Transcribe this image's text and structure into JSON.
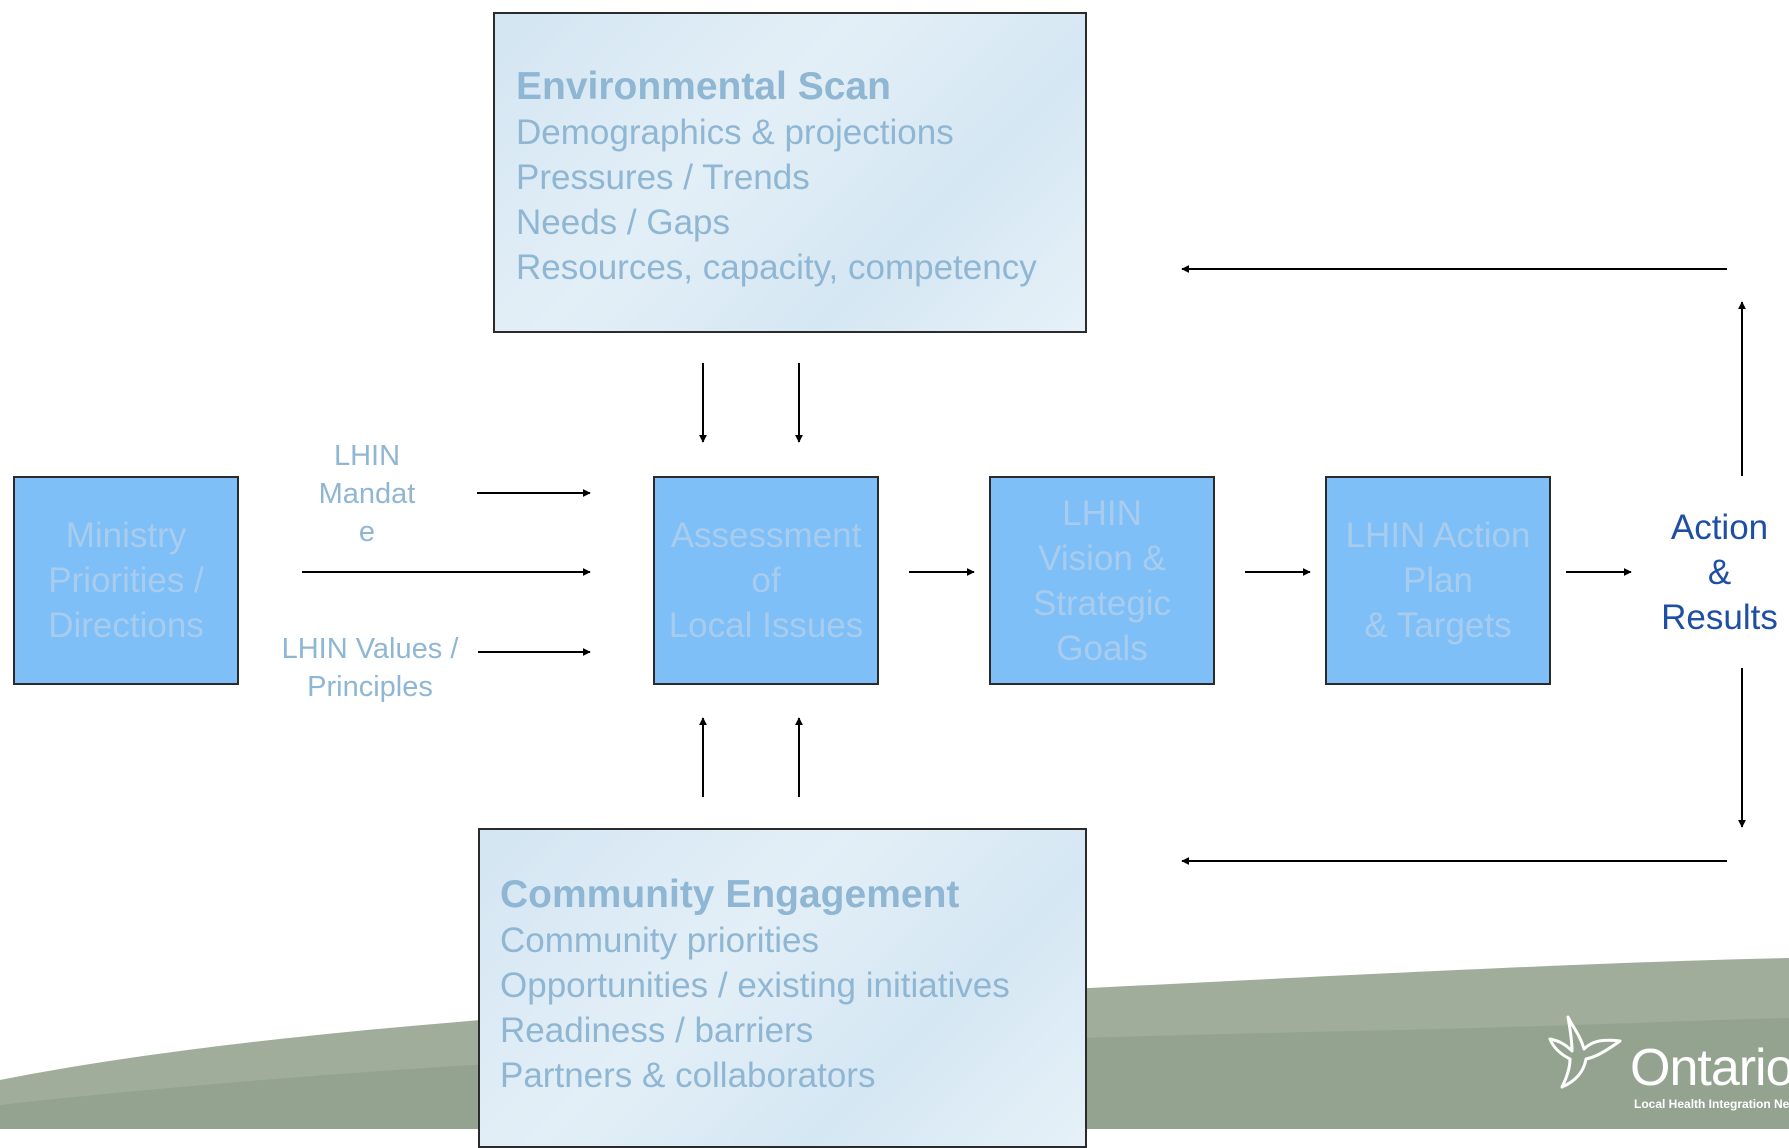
{
  "environmental_scan": {
    "title": "Environmental Scan",
    "items": [
      "Demographics & projections",
      "Pressures / Trends",
      "Needs / Gaps",
      "Resources, capacity, competency"
    ]
  },
  "community_engagement": {
    "title": "Community Engagement",
    "items": [
      "Community priorities",
      "Opportunities / existing initiatives",
      "Readiness / barriers",
      "Partners & collaborators"
    ]
  },
  "process": {
    "ministry": "Ministry\nPriorities /\nDirections",
    "assessment": "Assessment\nof\nLocal Issues",
    "vision": "LHIN\nVision &\nStrategic\nGoals",
    "action_plan": "LHIN Action\nPlan\n& Targets",
    "action_results": "Action\n&\nResults"
  },
  "labels": {
    "mandate": "LHIN\nMandat\ne",
    "values": "LHIN Values /\nPrinciples"
  },
  "logo": {
    "name": "Ontario",
    "subtitle": "Local Health Integration Network",
    "icon": "trillium-icon"
  },
  "colors": {
    "process_box": "#7fbff7",
    "faded_text": "#8fb6d3",
    "action_text": "#1f4fa5",
    "swoosh": "#9fad9a"
  }
}
